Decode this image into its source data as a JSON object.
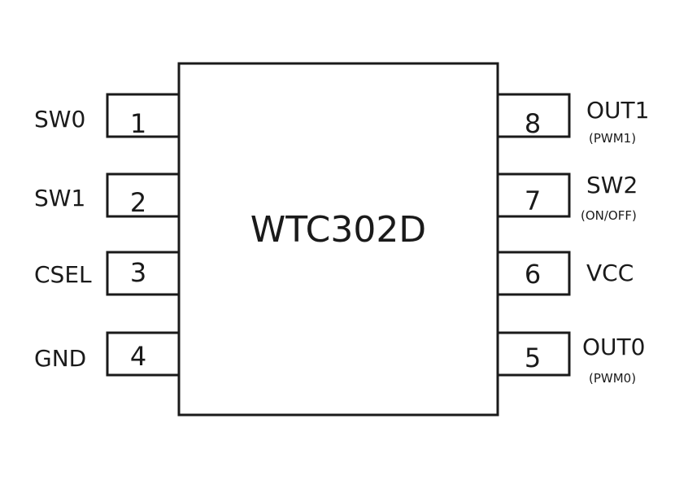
{
  "chip": {
    "name": "WTC302D"
  },
  "pins_left": [
    {
      "number": "1",
      "label": "SW0",
      "sublabel": ""
    },
    {
      "number": "2",
      "label": "SW1",
      "sublabel": ""
    },
    {
      "number": "3",
      "label": "CSEL",
      "sublabel": ""
    },
    {
      "number": "4",
      "label": "GND",
      "sublabel": ""
    }
  ],
  "pins_right": [
    {
      "number": "8",
      "label": "OUT1",
      "sublabel": "(PWM1)"
    },
    {
      "number": "7",
      "label": "SW2",
      "sublabel": "(ON/OFF)"
    },
    {
      "number": "6",
      "label": "VCC",
      "sublabel": ""
    },
    {
      "number": "5",
      "label": "OUT0",
      "sublabel": "(PWM0)"
    }
  ],
  "colors": {
    "stroke": "#1a1a1a",
    "background": "#ffffff"
  }
}
